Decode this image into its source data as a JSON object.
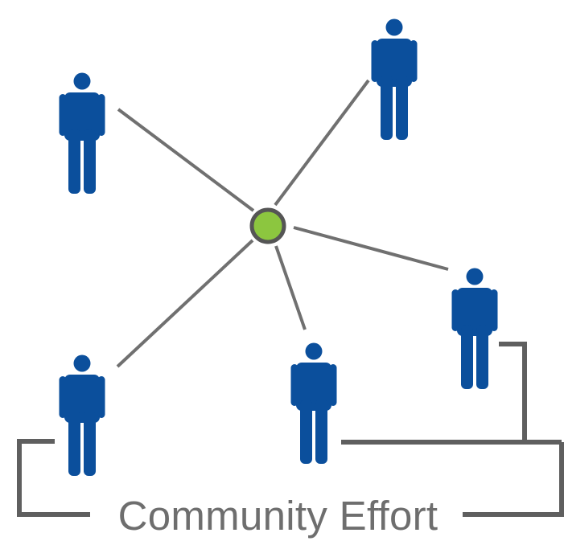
{
  "caption": "Community Effort",
  "colors": {
    "person": "#0b4f9c",
    "connector": "#707070",
    "bracket": "#5f5f5f",
    "hub_fill": "#8cc63f",
    "hub_stroke": "#555555",
    "caption": "#6e6e6e"
  },
  "icons": {
    "person": "person-icon",
    "hub": "hub-node"
  },
  "people_count": 5
}
